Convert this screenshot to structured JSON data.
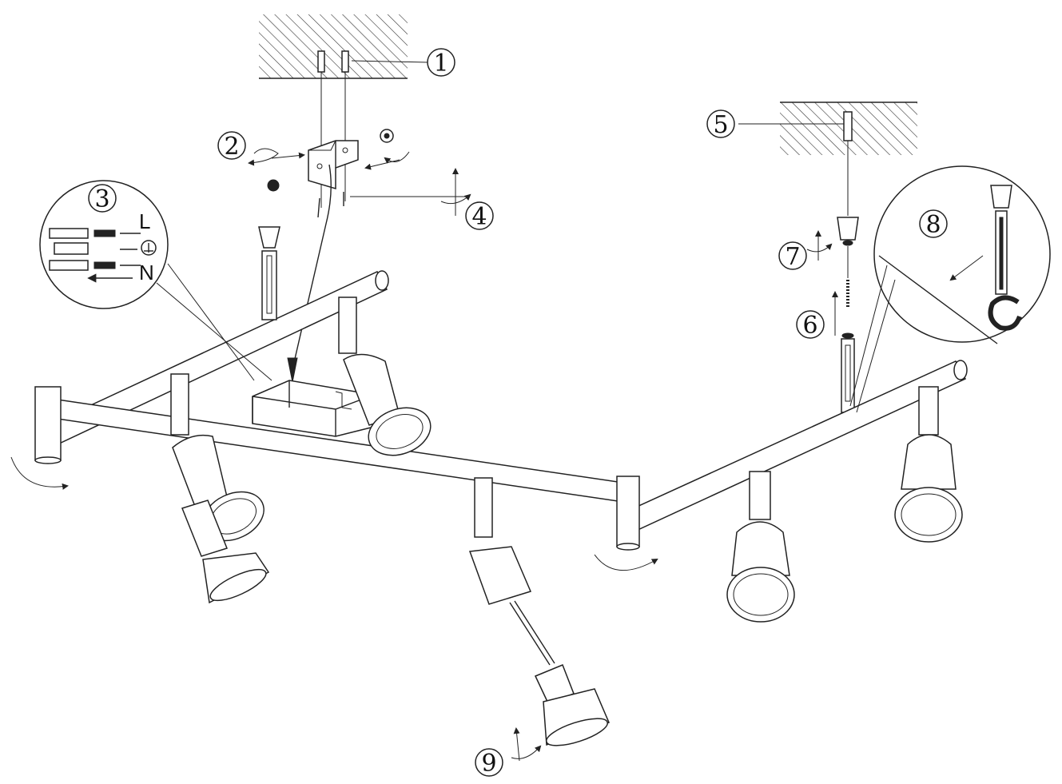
{
  "callouts": [
    {
      "id": 1,
      "text": "1"
    },
    {
      "id": 2,
      "text": "2"
    },
    {
      "id": 3,
      "text": "3"
    },
    {
      "id": 4,
      "text": "4"
    },
    {
      "id": 5,
      "text": "5"
    },
    {
      "id": 6,
      "text": "6"
    },
    {
      "id": 7,
      "text": "7"
    },
    {
      "id": 8,
      "text": "8"
    },
    {
      "id": 9,
      "text": "9"
    }
  ],
  "wiring": {
    "live_label": "L",
    "neutral_label": "N"
  }
}
